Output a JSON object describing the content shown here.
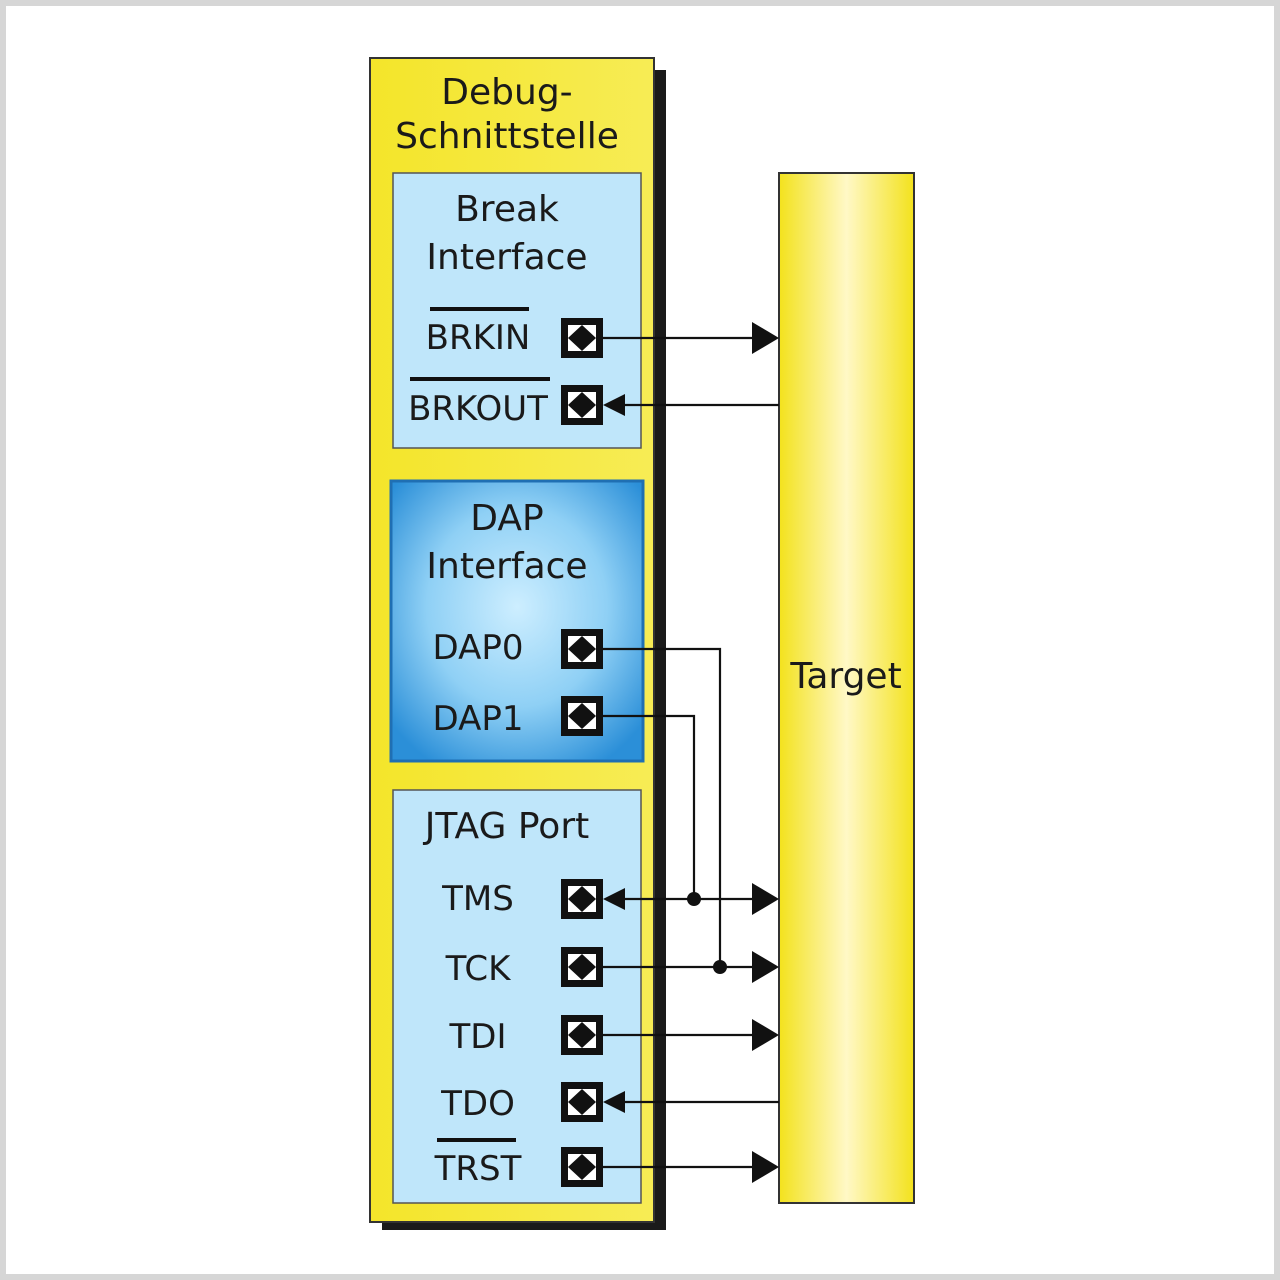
{
  "debug_interface": {
    "title_line1": "Debug-",
    "title_line2": "Schnittstelle"
  },
  "break_interface": {
    "title_line1": "Break",
    "title_line2": "Interface",
    "pins": [
      "BRKIN",
      "BRKOUT"
    ]
  },
  "dap_interface": {
    "title_line1": "DAP",
    "title_line2": "Interface",
    "pins": [
      "DAP0",
      "DAP1"
    ]
  },
  "jtag_port": {
    "title": "JTAG Port",
    "pins": [
      "TMS",
      "TCK",
      "TDI",
      "TDO",
      "TRST"
    ]
  },
  "target": {
    "label": "Target"
  },
  "colors": {
    "yellow": "#f5ea3a",
    "light_blue": "#bfe6fa",
    "dap_blue": "#2d8fd6",
    "frame_gray": "#d9d9d9"
  }
}
